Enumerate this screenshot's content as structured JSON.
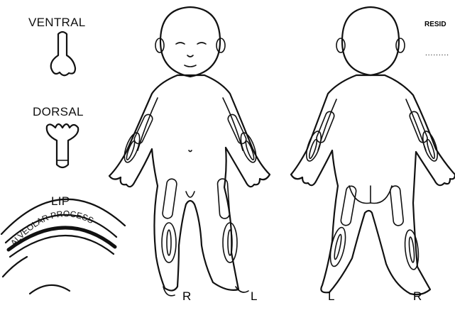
{
  "labels": {
    "ventral": "VENTRAL",
    "dorsal": "DORSAL",
    "lip": "LIP",
    "alveolar": "ALVEOLAR PROCESS",
    "front_right": "R",
    "front_left": "L",
    "back_left": "L",
    "back_right": "R",
    "resid": "RESID",
    "dots": "........."
  }
}
